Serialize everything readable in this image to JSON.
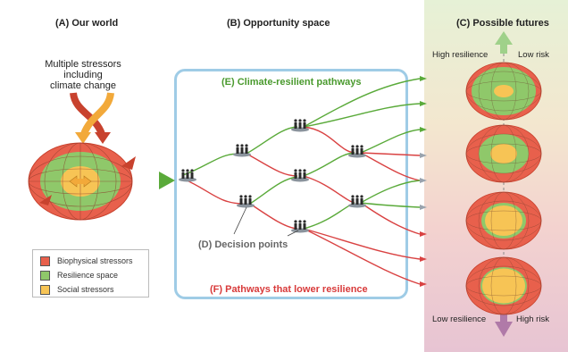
{
  "panels": {
    "a_title": "(A) Our world",
    "b_title": "(B) Opportunity space",
    "c_title": "(C) Possible futures"
  },
  "world": {
    "stressor_text": [
      "Multiple stressors",
      "including",
      "climate change"
    ]
  },
  "opportunity": {
    "green_label": "(E) Climate-resilient pathways",
    "red_label": "(F) Pathways that lower resilience",
    "decision_label": "(D) Decision points"
  },
  "futures": {
    "top_left": "High resilience",
    "top_right": "Low risk",
    "bottom_left": "Low resilience",
    "bottom_right": "High risk"
  },
  "legend": {
    "items": [
      {
        "label": "Biophysical stressors",
        "color": "#e8604c"
      },
      {
        "label": "Resilience space",
        "color": "#8fc86a"
      },
      {
        "label": "Social stressors",
        "color": "#f7c455"
      }
    ]
  },
  "colors": {
    "green_path": "#5aaa3a",
    "red_path": "#d94242",
    "grey_path": "#9aa3ad",
    "box_border": "#9fcce6",
    "up_arrow": "#9fd18a",
    "down_arrow": "#b07aa8"
  }
}
